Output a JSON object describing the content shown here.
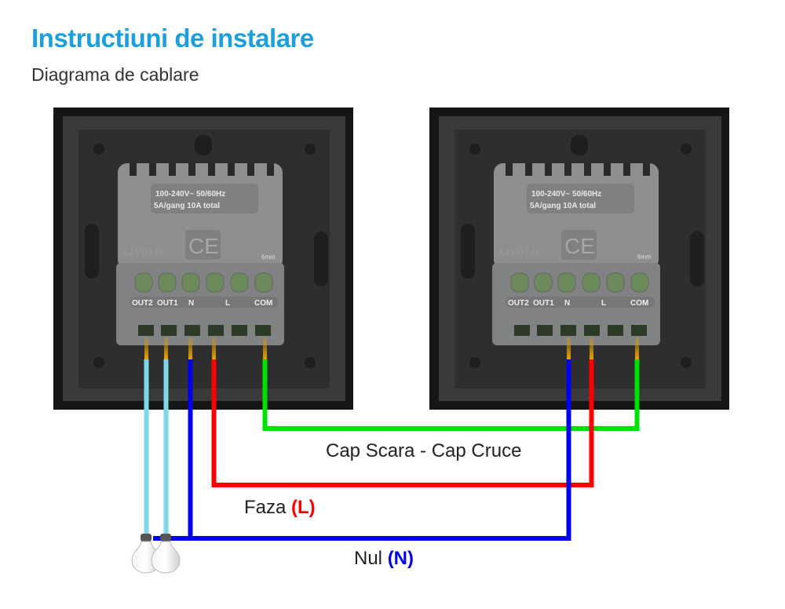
{
  "header": {
    "title": "Instructiuni de instalare",
    "subtitle": "Diagrama de cablare"
  },
  "module": {
    "spec_line1": "100-240V~  50/60Hz",
    "spec_line2": "5A/gang 10A total",
    "brand": "LIVOLO",
    "ce": "CE",
    "strip_length": "6mm",
    "terminals": [
      "OUT2",
      "OUT1",
      "N",
      "L",
      "COM"
    ]
  },
  "wires": {
    "traveler": {
      "label": "Cap Scara - Cap Cruce",
      "color": "#00e000"
    },
    "phase": {
      "label": "Faza ",
      "tag": "(L)",
      "color": "#ff0000"
    },
    "neutral": {
      "label": "Nul ",
      "tag": "(N)",
      "color": "#0000ee"
    },
    "load": {
      "color": "#7fd8ea"
    }
  },
  "colors": {
    "title": "#1b9fdf",
    "panel": "#1a1a1a",
    "module": "#8c8e90"
  }
}
